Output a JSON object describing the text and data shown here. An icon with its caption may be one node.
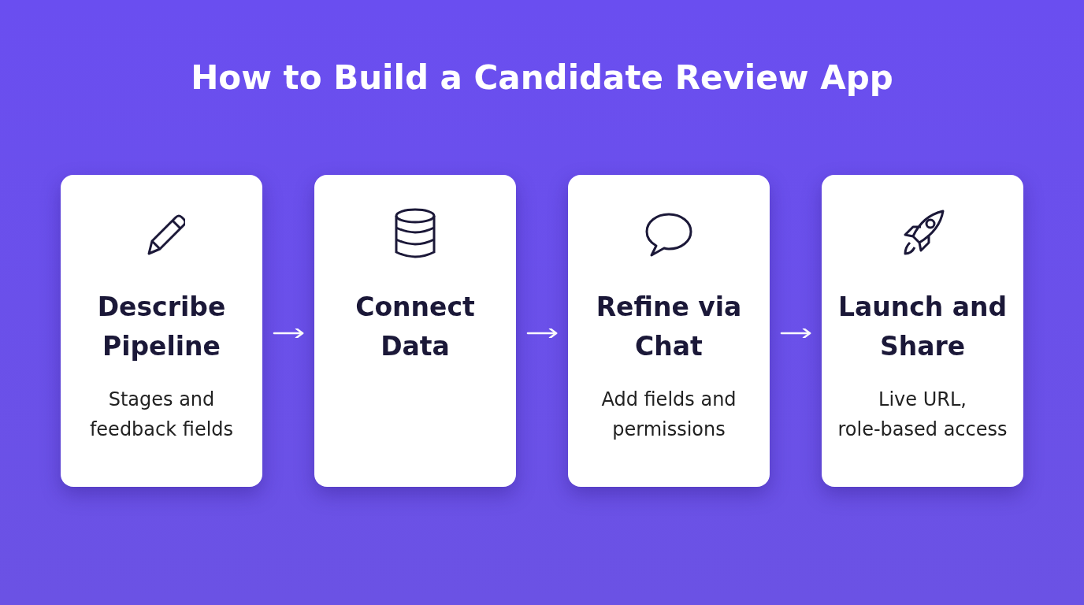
{
  "diagram": {
    "title": "How to Build a Candidate Review App",
    "nodes": [
      {
        "text": [
          "Describe Pipeline",
          "Stages and feedback fields"
        ]
      },
      {
        "text": [
          "Connect Data"
        ]
      },
      {
        "text": [
          "Refine via Chat",
          "Add fields and permissions"
        ]
      },
      {
        "text": [
          "Launch and Share",
          "Live URL, role-based access"
        ]
      }
    ],
    "edges": [
      {
        "from": 0,
        "to": 1,
        "arrow": "to"
      },
      {
        "from": 1,
        "to": 2,
        "arrow": "to"
      },
      {
        "from": 2,
        "to": 3,
        "arrow": "to"
      }
    ]
  }
}
